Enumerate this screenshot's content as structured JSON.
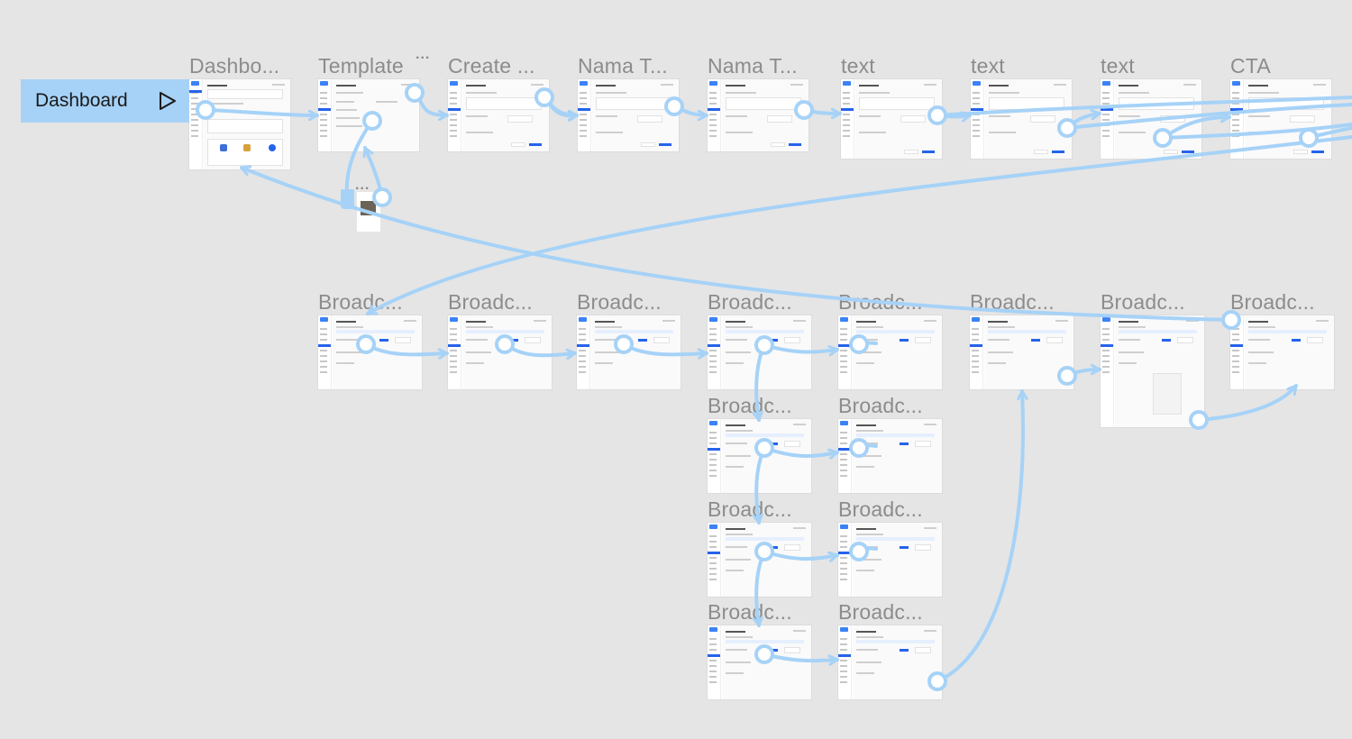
{
  "start_point": {
    "label": "Dashboard",
    "icon": "play-icon"
  },
  "overflow_dots": "...",
  "colors": {
    "canvas": "#e5e5e5",
    "connector": "#a6d2f7",
    "accent": "#2563eb"
  },
  "frames": [
    {
      "label": "Dashbo...",
      "kind": "dashboard"
    },
    {
      "label": "Template",
      "kind": "template"
    },
    {
      "label": "Create ...",
      "kind": "form"
    },
    {
      "label": "Nama T...",
      "kind": "form"
    },
    {
      "label": "Nama T...",
      "kind": "form"
    },
    {
      "label": "text",
      "kind": "form"
    },
    {
      "label": "text",
      "kind": "form"
    },
    {
      "label": "text",
      "kind": "form"
    },
    {
      "label": "CTA",
      "kind": "form"
    },
    {
      "label": "Broadc...",
      "kind": "broadcast"
    },
    {
      "label": "Broadc...",
      "kind": "broadcast"
    },
    {
      "label": "Broadc...",
      "kind": "broadcast"
    },
    {
      "label": "Broadc...",
      "kind": "broadcast"
    },
    {
      "label": "Broadc...",
      "kind": "broadcast"
    },
    {
      "label": "Broadc...",
      "kind": "broadcast"
    },
    {
      "label": "Broadc...",
      "kind": "broadcast-preview"
    },
    {
      "label": "Broadc...",
      "kind": "broadcast"
    },
    {
      "label": "Broadc...",
      "kind": "broadcast"
    },
    {
      "label": "Broadc...",
      "kind": "broadcast"
    },
    {
      "label": "Broadc...",
      "kind": "broadcast"
    },
    {
      "label": "Broadc...",
      "kind": "broadcast"
    },
    {
      "label": "Broadc...",
      "kind": "broadcast"
    },
    {
      "label": "Broadc...",
      "kind": "broadcast"
    }
  ]
}
